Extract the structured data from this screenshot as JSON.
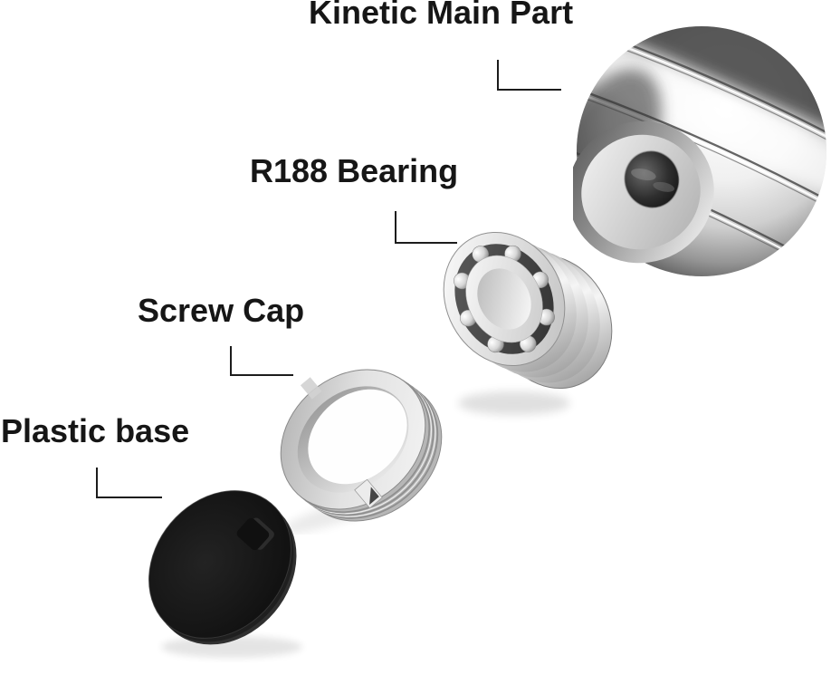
{
  "diagram": {
    "background_color": "#ffffff",
    "text_color": "#161616",
    "leader_line_color": "#1c1c1c",
    "palette": {
      "chrome_highlight": "#ffffff",
      "chrome_mid": "#c9c9c9",
      "chrome_shadow": "#3a3a3a",
      "plastic_black": "#141414"
    },
    "callouts": [
      {
        "id": "kinetic-main-part",
        "label": "Kinetic Main Part"
      },
      {
        "id": "r188-bearing",
        "label": "R188 Bearing"
      },
      {
        "id": "screw-cap",
        "label": "Screw Cap"
      },
      {
        "id": "plastic-base",
        "label": "Plastic base"
      }
    ]
  }
}
